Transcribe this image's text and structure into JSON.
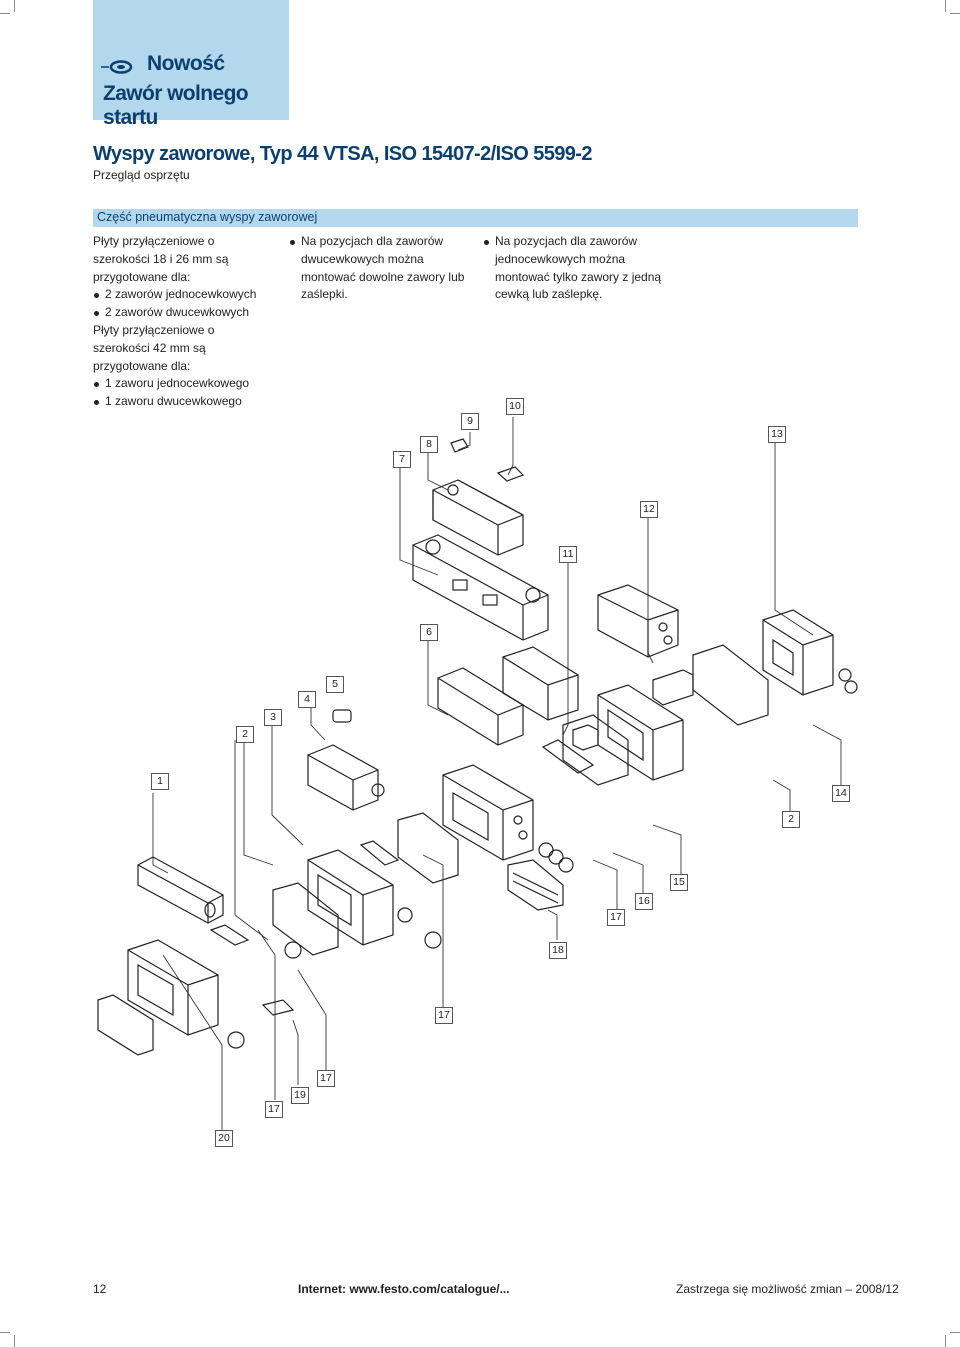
{
  "badge": {
    "label": "Nowość",
    "subtitle": "Zawór wolnego startu",
    "color": "#b3d8ee",
    "text_color": "#0b3f6d"
  },
  "title": "Wyspy zaworowe, Typ 44 VTSA, ISO 15407-2/ISO 5599-2",
  "subtitle": "Przegląd osprzętu",
  "section": {
    "heading": "Część pneumatyczna wyspy zaworowej"
  },
  "columns": {
    "left": {
      "para1": "Płyty przyłączeniowe o szerokości 18 i 26 mm są przygotowane dla:",
      "bullets1": [
        "2 zaworów jednocewkowych",
        "2 zaworów dwucewkowych"
      ],
      "para2": "Płyty przyłączeniowe o szerokości 42 mm są przygotowane dla:",
      "bullets2": [
        "1 zaworu jednocewkowego",
        "1 zaworu dwucewkowego"
      ]
    },
    "middle": {
      "bullet": "Na pozycjach dla zaworów dwucewkowych można montować dowolne zawory lub zaślepki."
    },
    "right": {
      "bullet": "Na pozycjach dla zaworów jednocewkowych można montować tylko zawory z jedną cewką lub zaślepkę."
    }
  },
  "drawing": {
    "labels": [
      "7",
      "8",
      "9",
      "10",
      "13",
      "12",
      "11",
      "6",
      "5",
      "4",
      "3",
      "2",
      "1",
      "14",
      "2",
      "15",
      "16",
      "17",
      "18",
      "17",
      "17",
      "19",
      "17",
      "20"
    ]
  },
  "footer": {
    "page_number": "12",
    "internet": "Internet: www.festo.com/catalogue/...",
    "notice": "Zastrzega się możliwość zmian – 2008/12"
  }
}
